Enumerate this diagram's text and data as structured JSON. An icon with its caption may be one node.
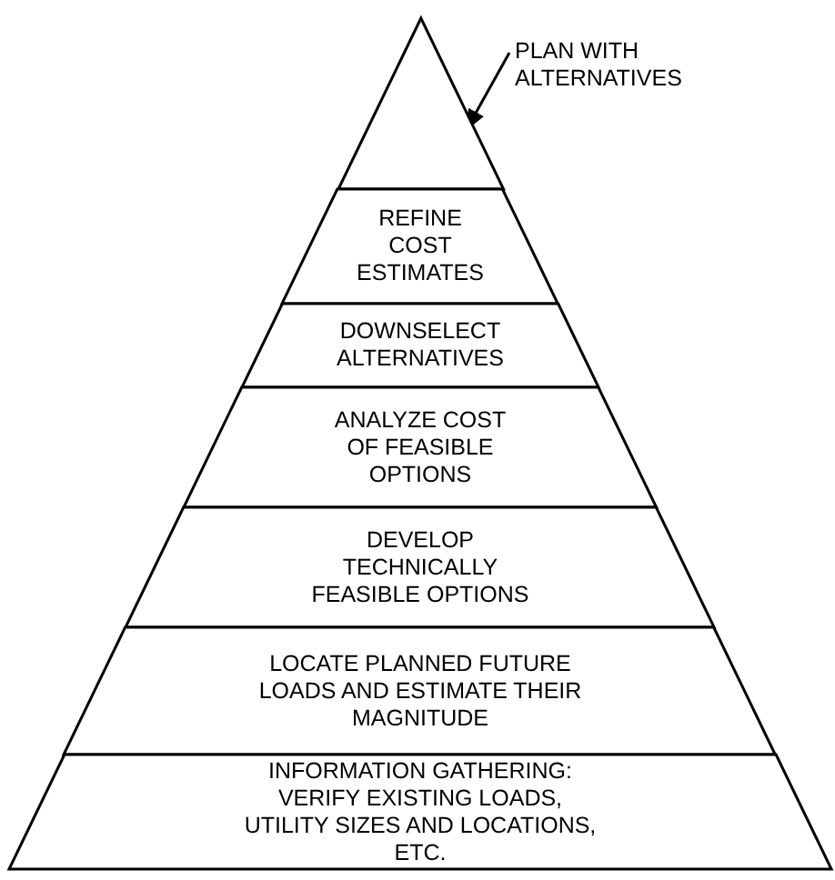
{
  "diagram": {
    "nodes": [
      {
        "text": [
          "PLAN WITH ALTERNATIVES"
        ]
      },
      {
        "text": [],
        "shape": "triangle"
      },
      {
        "text": [
          "REFINE COST ESTIMATES"
        ]
      },
      {
        "text": [
          "DOWNSELECT ALTERNATIVES"
        ]
      },
      {
        "text": [
          "ANALYZE COST OF FEASIBLE OPTIONS"
        ]
      },
      {
        "text": [
          "DEVELOP TECHNICALLY FEASIBLE OPTIONS"
        ]
      },
      {
        "text": [
          "LOCATE PLANNED FUTURE LOADS AND ESTIMATE THEIR MAGNITUDE"
        ]
      },
      {
        "text": [
          "INFORMATION GATHERING: VERIFY EXISTING LOADS, UTILITY SIZES AND LOCATIONS, ETC."
        ]
      }
    ],
    "edges": [
      {
        "from": 0,
        "to": 1,
        "arrow": "to"
      }
    ]
  }
}
